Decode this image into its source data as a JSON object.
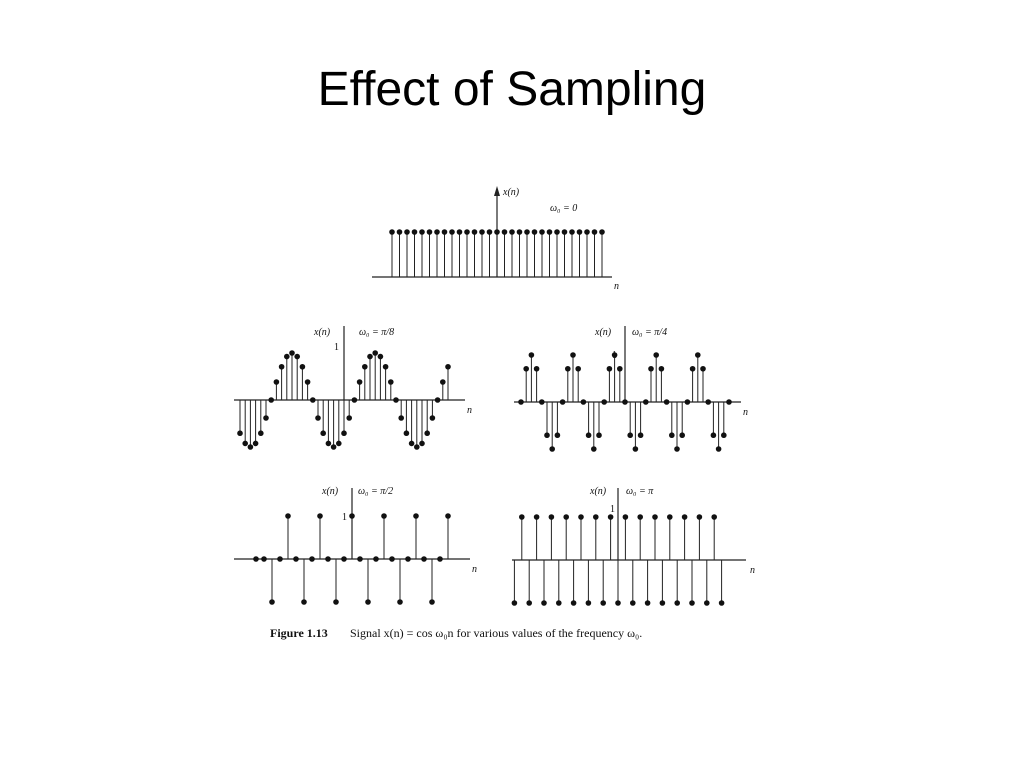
{
  "slide": {
    "title": "Effect of Sampling"
  },
  "figure": {
    "caption_label": "Figure 1.13",
    "caption_text": "Signal x(n) = cos ω₀n for various values of the frequency ω₀."
  },
  "chart_data": [
    {
      "type": "stem",
      "ylabel": "x(n)",
      "xlabel": "n",
      "annotation": "ω₀ = 0",
      "n": [
        -14,
        -13,
        -12,
        -11,
        -10,
        -9,
        -8,
        -7,
        -6,
        -5,
        -4,
        -3,
        -2,
        -1,
        0,
        1,
        2,
        3,
        4,
        5,
        6,
        7,
        8,
        9,
        10,
        11,
        12,
        13,
        14
      ],
      "values": [
        1,
        1,
        1,
        1,
        1,
        1,
        1,
        1,
        1,
        1,
        1,
        1,
        1,
        1,
        1,
        1,
        1,
        1,
        1,
        1,
        1,
        1,
        1,
        1,
        1,
        1,
        1,
        1,
        1
      ]
    },
    {
      "type": "stem",
      "ylabel": "x(n)",
      "xlabel": "n",
      "annotation": "ω₀ = π/8",
      "tick_label": "1",
      "n": [
        -20,
        -19,
        -18,
        -17,
        -16,
        -15,
        -14,
        -13,
        -12,
        -11,
        -10,
        -9,
        -8,
        -7,
        -6,
        -5,
        -4,
        -3,
        -2,
        -1,
        0,
        1,
        2,
        3,
        4,
        5,
        6,
        7,
        8,
        9,
        10,
        11,
        12,
        13,
        14,
        15,
        16,
        17,
        18,
        19,
        20
      ],
      "values": [
        -0.707,
        -0.924,
        -1,
        -0.924,
        -0.707,
        -0.383,
        0,
        0.383,
        0.707,
        0.924,
        1,
        0.924,
        0.707,
        0.383,
        0,
        -0.383,
        -0.707,
        -0.924,
        -1,
        -0.924,
        -0.707,
        -0.383,
        0,
        0.383,
        0.707,
        0.924,
        1,
        0.924,
        0.707,
        0.383,
        0,
        -0.383,
        -0.707,
        -0.924,
        -1,
        -0.924,
        -0.707,
        -0.383,
        0,
        0.383,
        0.707
      ]
    },
    {
      "type": "stem",
      "ylabel": "x(n)",
      "xlabel": "n",
      "annotation": "ω₀ = π/4",
      "tick_label": "1",
      "n": [
        -20,
        -19,
        -18,
        -17,
        -16,
        -15,
        -14,
        -13,
        -12,
        -11,
        -10,
        -9,
        -8,
        -7,
        -6,
        -5,
        -4,
        -3,
        -2,
        -1,
        0,
        1,
        2,
        3,
        4,
        5,
        6,
        7,
        8,
        9,
        10,
        11,
        12,
        13,
        14,
        15,
        16,
        17,
        18,
        19,
        20
      ],
      "values": [
        0,
        0.707,
        1,
        0.707,
        0,
        -0.707,
        -1,
        -0.707,
        0,
        0.707,
        1,
        0.707,
        0,
        -0.707,
        -1,
        -0.707,
        0,
        0.707,
        1,
        0.707,
        0,
        -0.707,
        -1,
        -0.707,
        0,
        0.707,
        1,
        0.707,
        0,
        -0.707,
        -1,
        -0.707,
        0,
        0.707,
        1,
        0.707,
        0,
        -0.707,
        -1,
        -0.707,
        0
      ]
    },
    {
      "type": "stem",
      "ylabel": "x(n)",
      "xlabel": "n",
      "annotation": "ω₀ = π/2",
      "tick_label": "1",
      "n": [
        -12,
        -11,
        -10,
        -9,
        -8,
        -7,
        -6,
        -5,
        -4,
        -3,
        -2,
        -1,
        0,
        1,
        2,
        3,
        4,
        5,
        6,
        7,
        8,
        9,
        10,
        11,
        12
      ],
      "values": [
        0,
        0,
        -1,
        0,
        1,
        0,
        -1,
        0,
        1,
        0,
        -1,
        0,
        1,
        0,
        -1,
        0,
        1,
        0,
        -1,
        0,
        1,
        0,
        -1,
        0,
        1
      ]
    },
    {
      "type": "stem",
      "ylabel": "x(n)",
      "xlabel": "n",
      "annotation": "ω₀ = π",
      "tick_label": "1",
      "n": [
        -14,
        -13,
        -12,
        -11,
        -10,
        -9,
        -8,
        -7,
        -6,
        -5,
        -4,
        -3,
        -2,
        -1,
        0,
        1,
        2,
        3,
        4,
        5,
        6,
        7,
        8,
        9,
        10,
        11,
        12,
        13,
        14
      ],
      "values": [
        -1,
        1,
        -1,
        1,
        -1,
        1,
        -1,
        1,
        -1,
        1,
        -1,
        1,
        -1,
        1,
        -1,
        1,
        -1,
        1,
        -1,
        1,
        -1,
        1,
        -1,
        1,
        -1,
        1,
        -1,
        1,
        -1
      ]
    }
  ]
}
